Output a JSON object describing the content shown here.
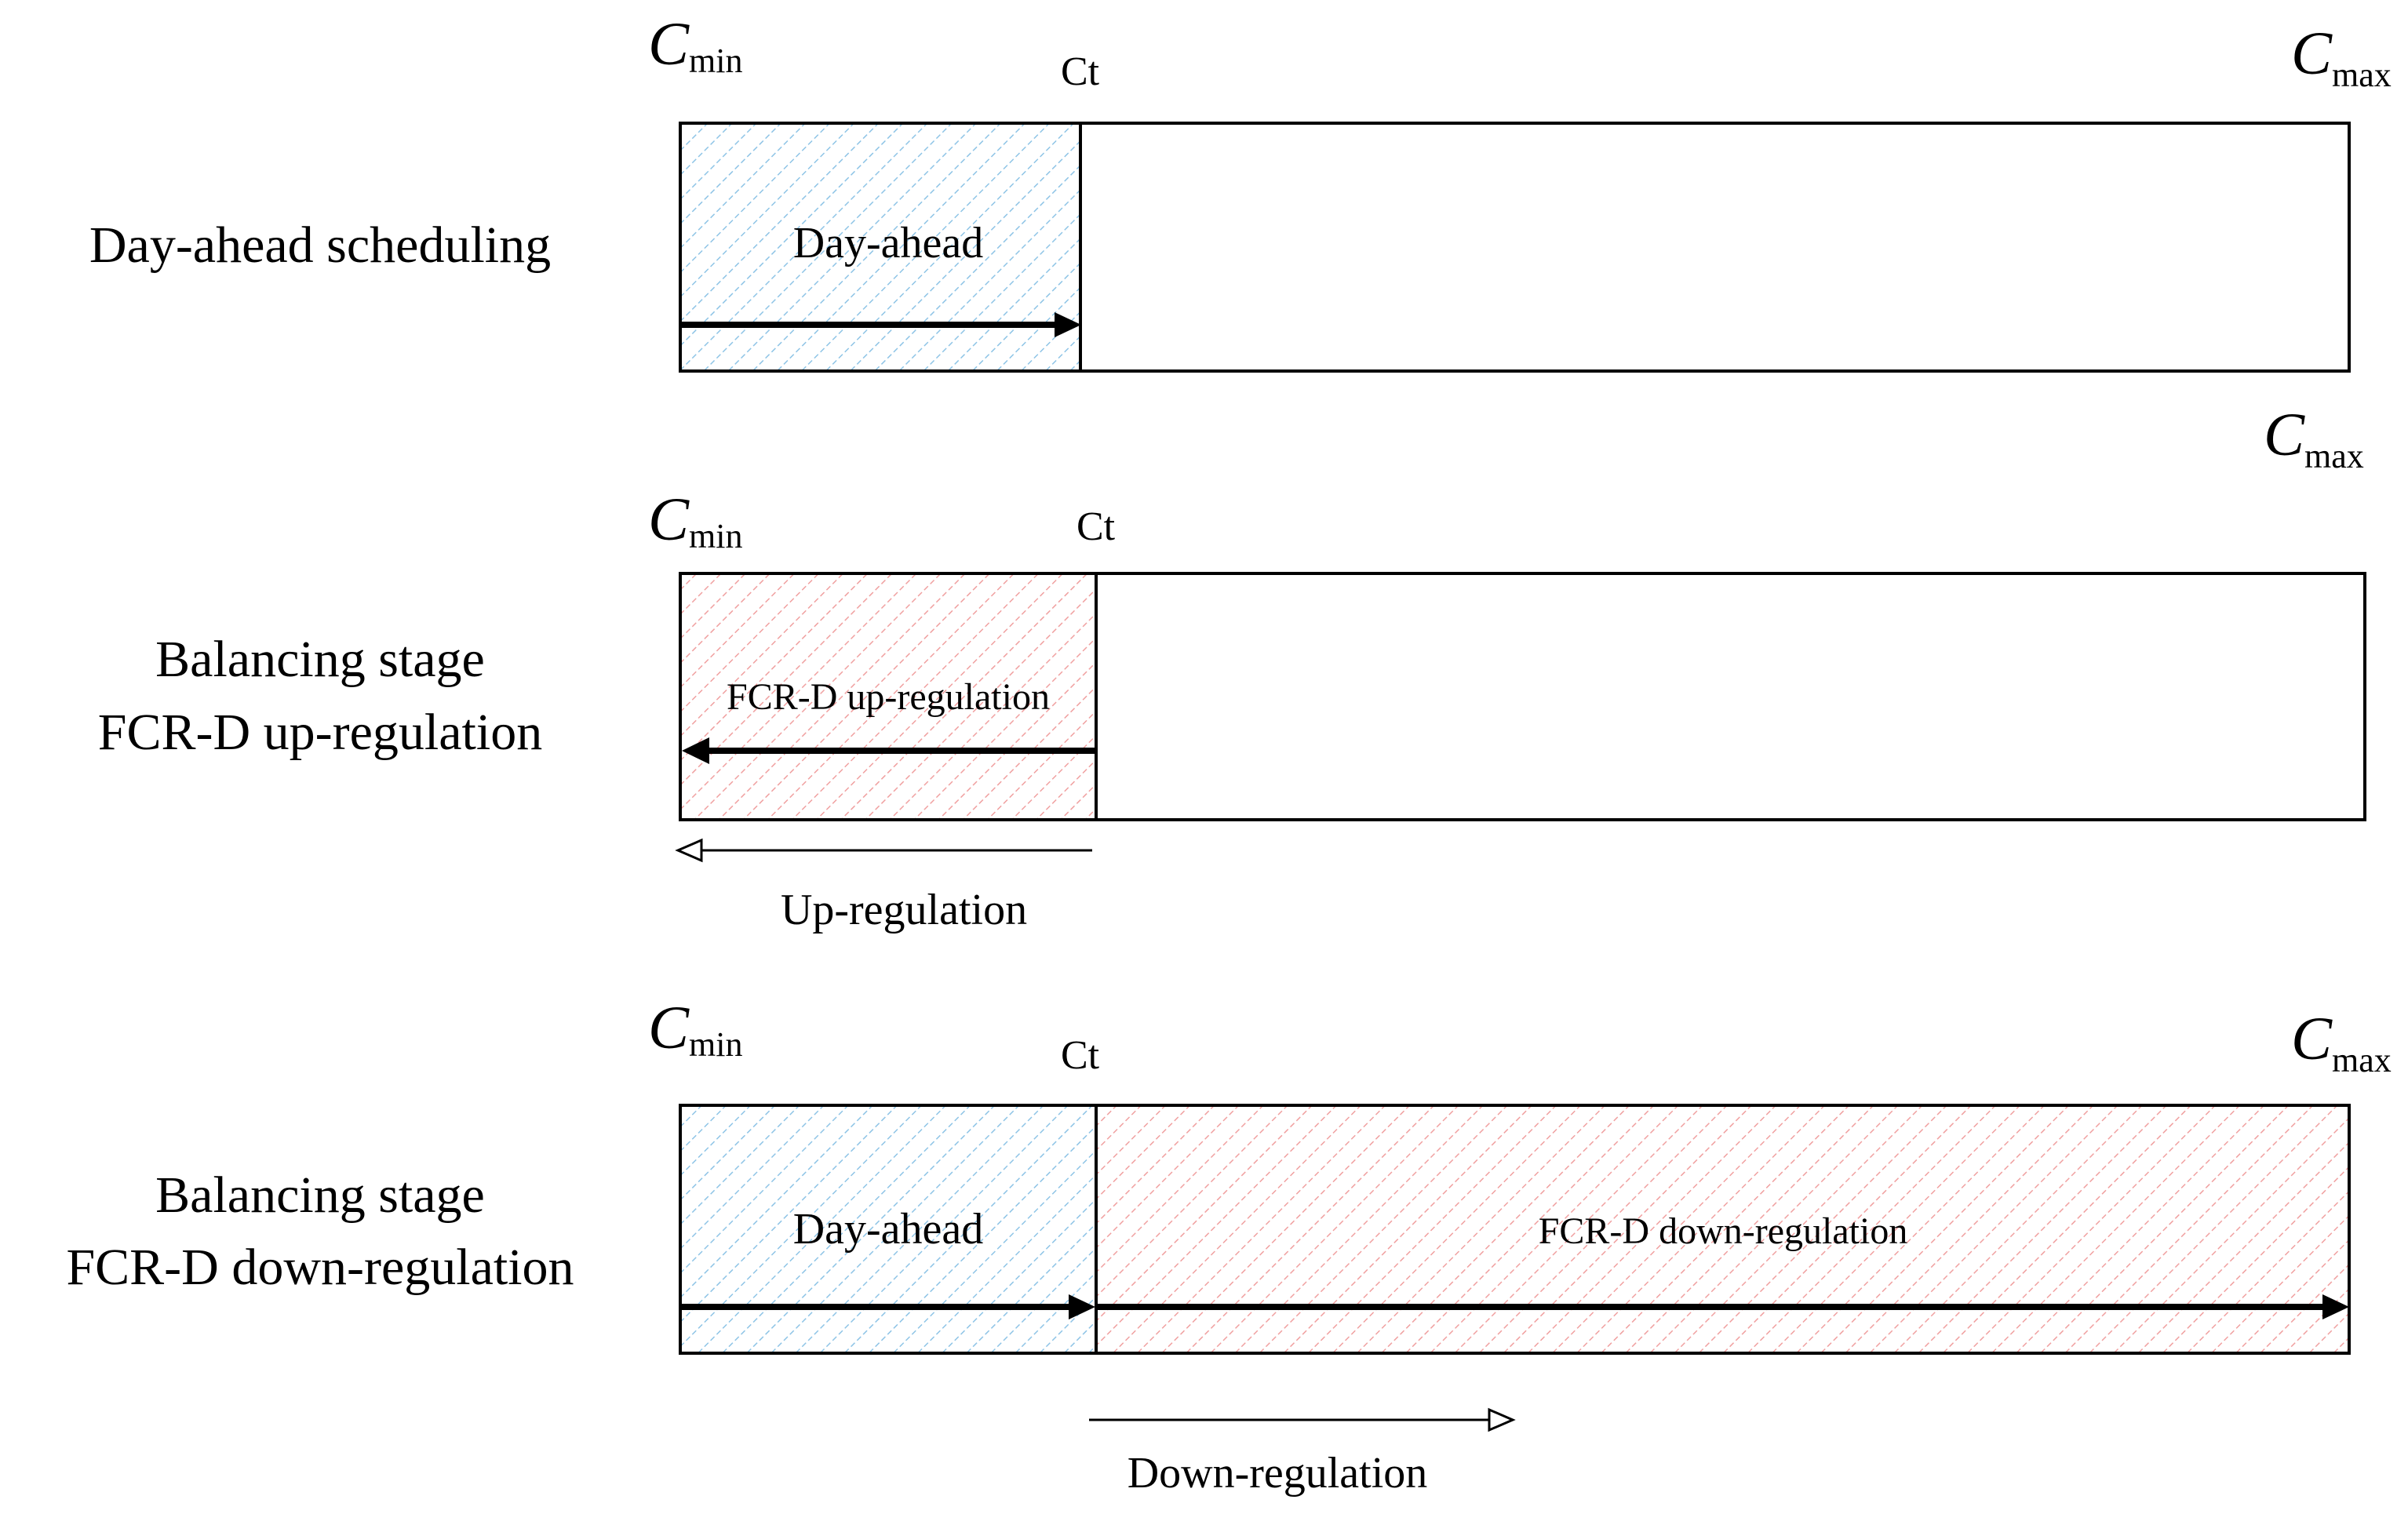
{
  "rows": [
    {
      "label_lines": [
        "Day-ahead scheduling"
      ],
      "c_min": "C",
      "c_min_sub": "min",
      "ct": "Ct",
      "c_max": "C",
      "c_max_sub": "max",
      "region_label": "Day-ahead",
      "region_color": "#8ec4e6"
    },
    {
      "label_lines": [
        "Balancing stage",
        "FCR-D up-regulation"
      ],
      "c_min": "C",
      "c_min_sub": "min",
      "ct": "Ct",
      "c_max": "C",
      "c_max_sub": "max",
      "region_label": "FCR-D up-regulation",
      "region_color": "#f0a0a0",
      "direction_label": "Up-regulation"
    },
    {
      "label_lines": [
        "Balancing stage",
        "FCR-D down-regulation"
      ],
      "c_min": "C",
      "c_min_sub": "min",
      "ct": "Ct",
      "c_max": "C",
      "c_max_sub": "max",
      "region_label": "Day-ahead",
      "region_color": "#8ec4e6",
      "region2_label": "FCR-D down-regulation",
      "region2_color": "#f0a0a0",
      "direction_label": "Down-regulation"
    }
  ]
}
